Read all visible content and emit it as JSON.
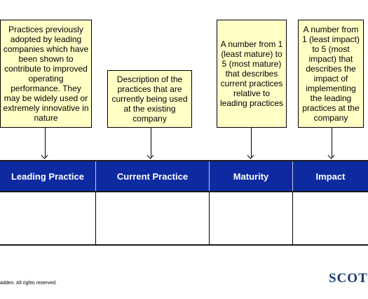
{
  "callouts": {
    "leading": "Practices previously adopted by leading companies which have been shown to contribute to improved operating performance.  They may be widely used or extremely innovative in nature",
    "current": "Description of the practices that are currently being used at the existing company",
    "maturity": "A number from 1 (least mature) to 5 (most mature) that describes current practices relative to leading practices",
    "impact": "A number from 1 (least impact) to 5 (most impact) that describes the impact of implementing the leading practices at the company"
  },
  "table": {
    "headers": [
      "Leading Practice",
      "Current Practice",
      "Maturity",
      "Impact"
    ],
    "rows": [
      [
        "",
        "",
        "",
        ""
      ]
    ]
  },
  "footer": {
    "copyright": "adden.  All rights reserved."
  },
  "logo": {
    "text": "SCOT"
  },
  "colors": {
    "header_bg": "#0e2aa0",
    "callout_bg": "#ffffc6",
    "logo": "#1a3a6e"
  }
}
